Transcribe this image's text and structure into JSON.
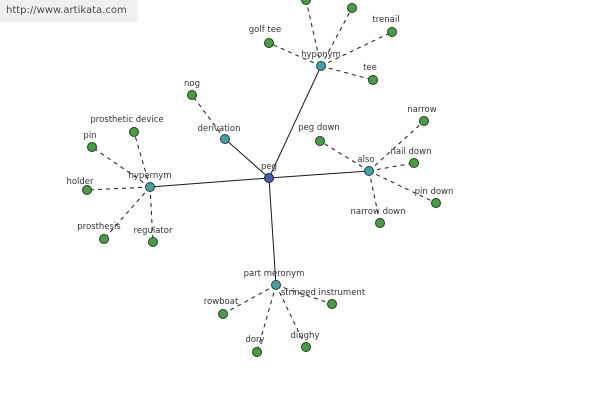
{
  "watermark": "http://www.artikata.com",
  "colors": {
    "leaf": "#4f9a4a",
    "relation": "#4a9e9e",
    "root": "#4a5aa0",
    "edge": "#1a1a1a",
    "label": "#333333"
  },
  "graph": {
    "root": {
      "id": "peg",
      "label": "peg"
    },
    "relations": [
      {
        "id": "hyponym_top",
        "label": "hyponym",
        "children": [
          {
            "id": "golf-tee",
            "label": "golf tee"
          },
          {
            "id": "trenail",
            "label": "trenail"
          },
          {
            "id": "tee",
            "label": "tee"
          },
          {
            "id": "hyp-top-a",
            "label": ""
          },
          {
            "id": "hyp-top-b",
            "label": ""
          }
        ]
      },
      {
        "id": "derivation",
        "label": "derivation",
        "children": [
          {
            "id": "nog",
            "label": "nog"
          }
        ]
      },
      {
        "id": "also",
        "label": "also",
        "children": [
          {
            "id": "narrow",
            "label": "narrow"
          },
          {
            "id": "peg-down",
            "label": "peg down"
          },
          {
            "id": "nail-down",
            "label": "nail down"
          },
          {
            "id": "pin-down",
            "label": "pin down"
          },
          {
            "id": "narrow-down",
            "label": "narrow down"
          }
        ]
      },
      {
        "id": "hypernym",
        "label": "hypernym",
        "children": [
          {
            "id": "prosthetic-device",
            "label": "prosthetic device"
          },
          {
            "id": "pin",
            "label": "pin"
          },
          {
            "id": "holder",
            "label": "holder"
          },
          {
            "id": "prosthesis",
            "label": "prosthesis"
          },
          {
            "id": "regulator",
            "label": "regulator"
          }
        ]
      },
      {
        "id": "part-meronym",
        "label": "part meronym",
        "children": [
          {
            "id": "stringed-instrument",
            "label": "stringed instrument"
          },
          {
            "id": "rowboat",
            "label": "rowboat"
          },
          {
            "id": "dory",
            "label": "dory"
          },
          {
            "id": "dinghy",
            "label": "dinghy"
          }
        ]
      }
    ]
  }
}
